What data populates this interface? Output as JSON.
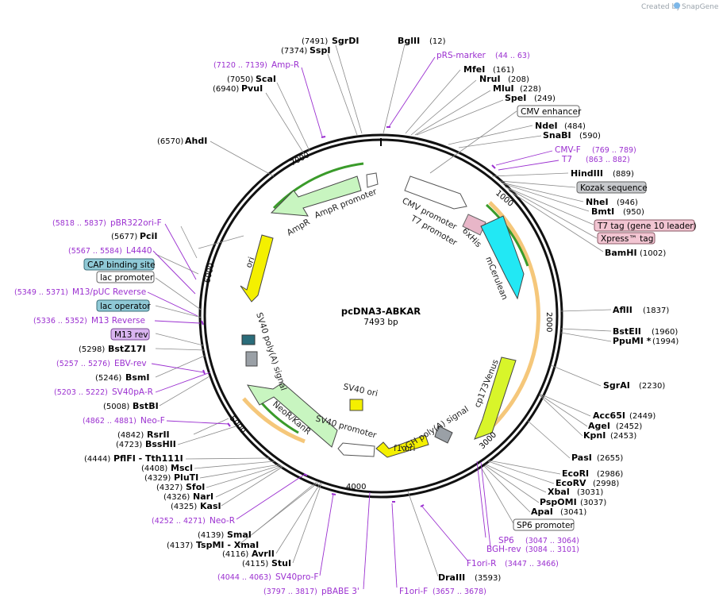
{
  "credit": {
    "prefix": "Created by",
    "brand": "SnapGene"
  },
  "plasmid": {
    "name": "pcDNA3-ABKAR",
    "size_label": "7493 bp"
  },
  "ticks": [
    "1000",
    "2000",
    "3000",
    "4000",
    "5000",
    "6000",
    "7000"
  ],
  "sites_top": [
    {
      "name": "SgrDI",
      "pos": "(7491)"
    },
    {
      "name": "SspI",
      "pos": "(7374)"
    },
    {
      "name": "ScaI",
      "pos": "(7050)"
    },
    {
      "name": "PvuI",
      "pos": "(6940)"
    },
    {
      "name": "BglII",
      "pos": "(12)"
    },
    {
      "name": "MfeI",
      "pos": "(161)"
    },
    {
      "name": "NruI",
      "pos": "(208)"
    },
    {
      "name": "MluI",
      "pos": "(228)"
    },
    {
      "name": "SpeI",
      "pos": "(249)"
    },
    {
      "name": "NdeI",
      "pos": "(484)"
    },
    {
      "name": "SnaBI",
      "pos": "(590)"
    },
    {
      "name": "HindIII",
      "pos": "(889)"
    },
    {
      "name": "NheI",
      "pos": "(946)"
    },
    {
      "name": "BmtI",
      "pos": "(950)"
    },
    {
      "name": "BamHI",
      "pos": "(1002)"
    },
    {
      "name": "AhdI",
      "pos": "(6570)"
    }
  ],
  "sites_right": [
    {
      "name": "AflII",
      "pos": "(1837)"
    },
    {
      "name": "BstEII",
      "pos": "(1960)"
    },
    {
      "name": "PpuMI *",
      "pos": "(1994)"
    },
    {
      "name": "SgrAI",
      "pos": "(2230)"
    },
    {
      "name": "Acc65I",
      "pos": "(2449)"
    },
    {
      "name": "AgeI",
      "pos": "(2452)"
    },
    {
      "name": "KpnI",
      "pos": "(2453)"
    },
    {
      "name": "PasI",
      "pos": "(2655)"
    },
    {
      "name": "EcoRI",
      "pos": "(2986)"
    },
    {
      "name": "EcoRV",
      "pos": "(2998)"
    },
    {
      "name": "XbaI",
      "pos": "(3031)"
    },
    {
      "name": "PspOMI",
      "pos": "(3037)"
    },
    {
      "name": "ApaI",
      "pos": "(3041)"
    },
    {
      "name": "DraIII",
      "pos": "(3593)"
    }
  ],
  "sites_left": [
    {
      "name": "PciI",
      "pos": "(5677)"
    },
    {
      "name": "BstZ17I",
      "pos": "(5298)"
    },
    {
      "name": "BsmI",
      "pos": "(5246)"
    },
    {
      "name": "BstBI",
      "pos": "(5008)"
    },
    {
      "name": "RsrII",
      "pos": "(4842)"
    },
    {
      "name": "BssHII",
      "pos": "(4723)"
    },
    {
      "name": "PflFI - Tth111I",
      "pos": "(4444)"
    },
    {
      "name": "MscI",
      "pos": "(4408)"
    },
    {
      "name": "PluTI",
      "pos": "(4329)"
    },
    {
      "name": "SfoI",
      "pos": "(4327)"
    },
    {
      "name": "NarI",
      "pos": "(4326)"
    },
    {
      "name": "KasI",
      "pos": "(4325)"
    },
    {
      "name": "SmaI",
      "pos": "(4139)"
    },
    {
      "name": "TspMI - XmaI",
      "pos": "(4137)"
    },
    {
      "name": "AvrII",
      "pos": "(4116)"
    },
    {
      "name": "StuI",
      "pos": "(4115)"
    }
  ],
  "primers": [
    {
      "name": "Amp-R",
      "range": "(7120 .. 7139)"
    },
    {
      "name": "pRS-marker",
      "range": "(44 .. 63)"
    },
    {
      "name": "CMV-F",
      "range": "(769 .. 789)"
    },
    {
      "name": "T7",
      "range": "(863 .. 882)"
    },
    {
      "name": "pBR322ori-F",
      "range": "(5818 .. 5837)"
    },
    {
      "name": "L4440",
      "range": "(5567 .. 5584)"
    },
    {
      "name": "M13/pUC Reverse",
      "range": "(5349 .. 5371)"
    },
    {
      "name": "M13 Reverse",
      "range": "(5336 .. 5352)"
    },
    {
      "name": "EBV-rev",
      "range": "(5257 .. 5276)"
    },
    {
      "name": "SV40pA-R",
      "range": "(5203 .. 5222)"
    },
    {
      "name": "Neo-F",
      "range": "(4862 .. 4881)"
    },
    {
      "name": "Neo-R",
      "range": "(4252 .. 4271)"
    },
    {
      "name": "SV40pro-F",
      "range": "(4044 .. 4063)"
    },
    {
      "name": "pBABE 3'",
      "range": "(3797 .. 3817)"
    },
    {
      "name": "F1ori-F",
      "range": "(3657 .. 3678)"
    },
    {
      "name": "F1ori-R",
      "range": "(3447 .. 3466)"
    },
    {
      "name": "SP6",
      "range": "(3047 .. 3064)"
    },
    {
      "name": "BGH-rev",
      "range": "(3084 .. 3101)"
    }
  ],
  "boxed_features": [
    {
      "name": "CMV enhancer",
      "style": "white"
    },
    {
      "name": "Kozak sequence",
      "style": "gray"
    },
    {
      "name": "T7 tag (gene 10 leader)",
      "style": "pink"
    },
    {
      "name": "Xpress™ tag",
      "style": "pink"
    },
    {
      "name": "CAP binding site",
      "style": "teal"
    },
    {
      "name": "lac promoter",
      "style": "white"
    },
    {
      "name": "lac operator",
      "style": "teal"
    },
    {
      "name": "M13 rev",
      "style": "purple"
    },
    {
      "name": "SP6 promoter",
      "style": "white"
    }
  ],
  "inner_features": {
    "cmv_promoter": "CMV promoter",
    "t7_promoter": "T7 promoter",
    "his": "6xHis",
    "mcerulean": "mCerulean",
    "cp173venus": "cp173Venus",
    "bgh": "bGH poly(A) signal",
    "f1ori": "f1 ori",
    "sv40_promoter": "SV40 promoter",
    "sv40_ori": "SV40 ori",
    "neor": "NeoR/KanR",
    "sv40_polya": "SV40 poly(A) signal",
    "ori": "ori",
    "ampr": "AmpR",
    "ampr_promoter": "AmpR promoter"
  },
  "colors": {
    "primer": "#9b30d0",
    "ampr": "#c8f5c0",
    "ori": "#f4f000",
    "mcerulean": "#22e8f4",
    "venus": "#d8f52a",
    "f1ori": "#f4f000",
    "neor": "#c8f5c0",
    "orange_orf": "#f5a623",
    "green_orf": "#3a9b2a"
  }
}
